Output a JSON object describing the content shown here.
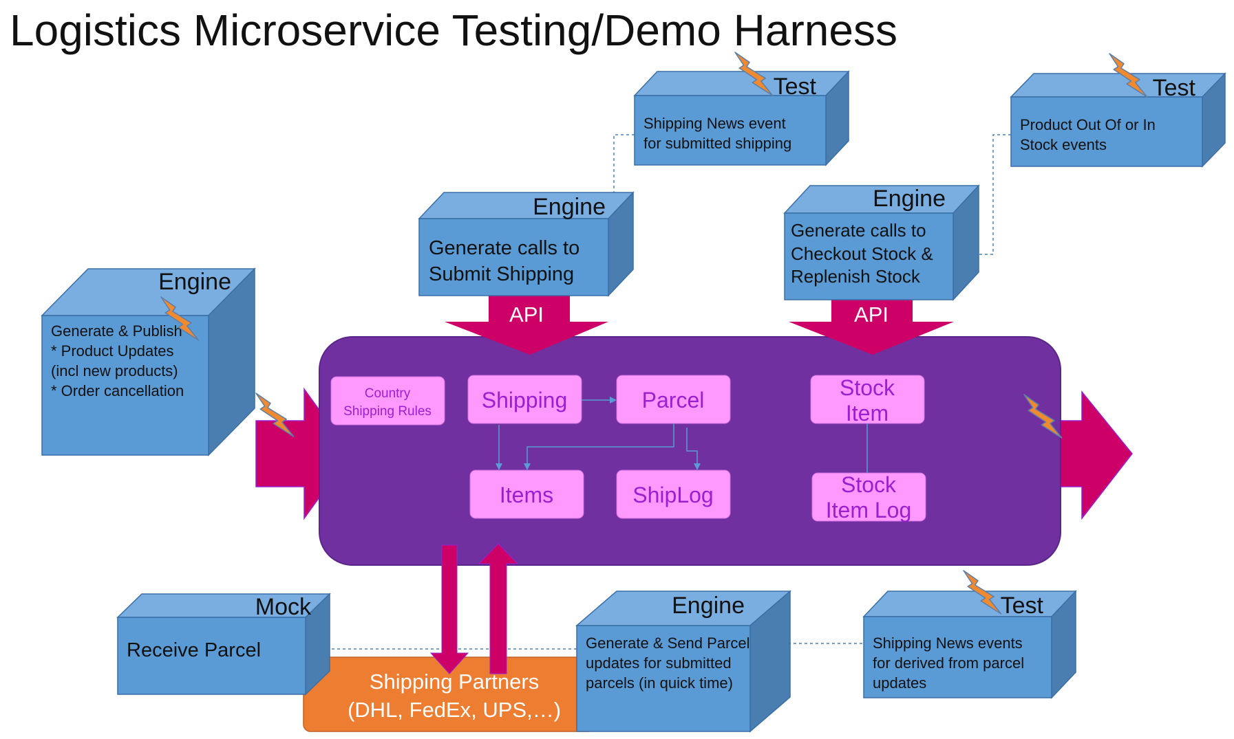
{
  "title": "Logistics Microservice Testing/Demo Harness",
  "colors": {
    "cube_front": "#5b9bd5",
    "cube_top": "#7aaee0",
    "cube_side": "#4a7eb0",
    "hub": "#7030a0",
    "service_box": "#ff99ff",
    "service_text": "#9b1fd0",
    "arrow": "#cc0066",
    "partner": "#ed7d31",
    "lightning": "#f08a30"
  },
  "boxes": {
    "test_shipping": {
      "label": "Test",
      "lines": [
        "Shipping News event",
        "for submitted shipping"
      ]
    },
    "test_stock": {
      "label": "Test",
      "lines": [
        "Product Out Of or In",
        "Stock events"
      ]
    },
    "engine_submit": {
      "label": "Engine",
      "lines": [
        "Generate calls to",
        "Submit Shipping"
      ]
    },
    "engine_checkout": {
      "label": "Engine",
      "lines": [
        "Generate calls to",
        "Checkout Stock &",
        "Replenish Stock"
      ]
    },
    "engine_publish": {
      "label": "Engine",
      "lines": [
        "Generate & Publish",
        "* Product Updates",
        "(incl new products)",
        "* Order cancellation"
      ]
    },
    "mock_receive": {
      "label": "Mock",
      "lines": [
        "Receive Parcel"
      ]
    },
    "engine_send": {
      "label": "Engine",
      "lines": [
        "Generate & Send Parcel",
        "updates for submitted",
        "parcels (in quick time)"
      ]
    },
    "test_parcel": {
      "label": "Test",
      "lines": [
        "Shipping News events",
        "for derived from parcel",
        "updates"
      ]
    }
  },
  "api_labels": {
    "left": "API",
    "right": "API"
  },
  "services": {
    "country_rules": [
      "Country",
      "Shipping Rules"
    ],
    "shipping": [
      "Shipping"
    ],
    "parcel": [
      "Parcel"
    ],
    "items": [
      "Items"
    ],
    "shiplog": [
      "ShipLog"
    ],
    "stock_item": [
      "Stock",
      "Item"
    ],
    "stock_item_log": [
      "Stock",
      "Item Log"
    ]
  },
  "partners": [
    "Shipping Partners",
    "(DHL, FedEx, UPS,…)"
  ]
}
